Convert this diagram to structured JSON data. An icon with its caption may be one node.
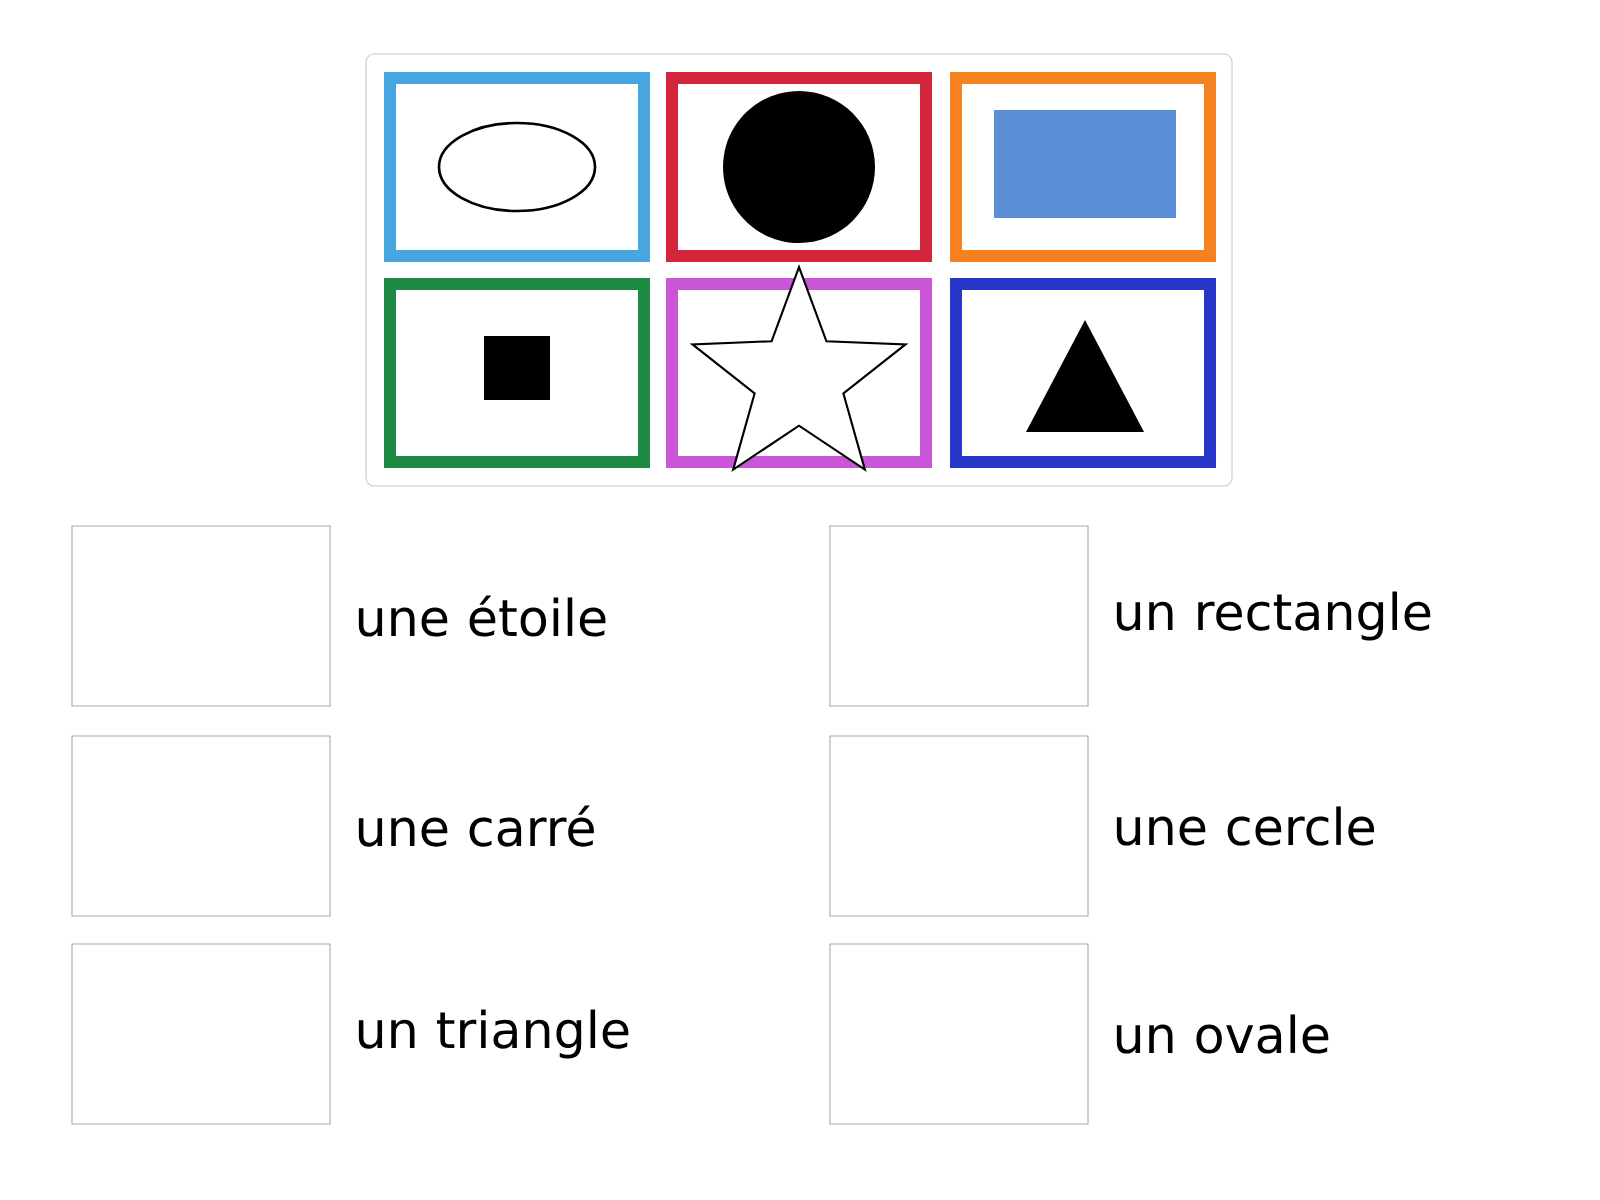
{
  "diagram": {
    "labels": [
      "une étoile",
      "un rectangle",
      "une carré",
      "une cercle",
      "un triangle",
      "un ovale"
    ]
  }
}
